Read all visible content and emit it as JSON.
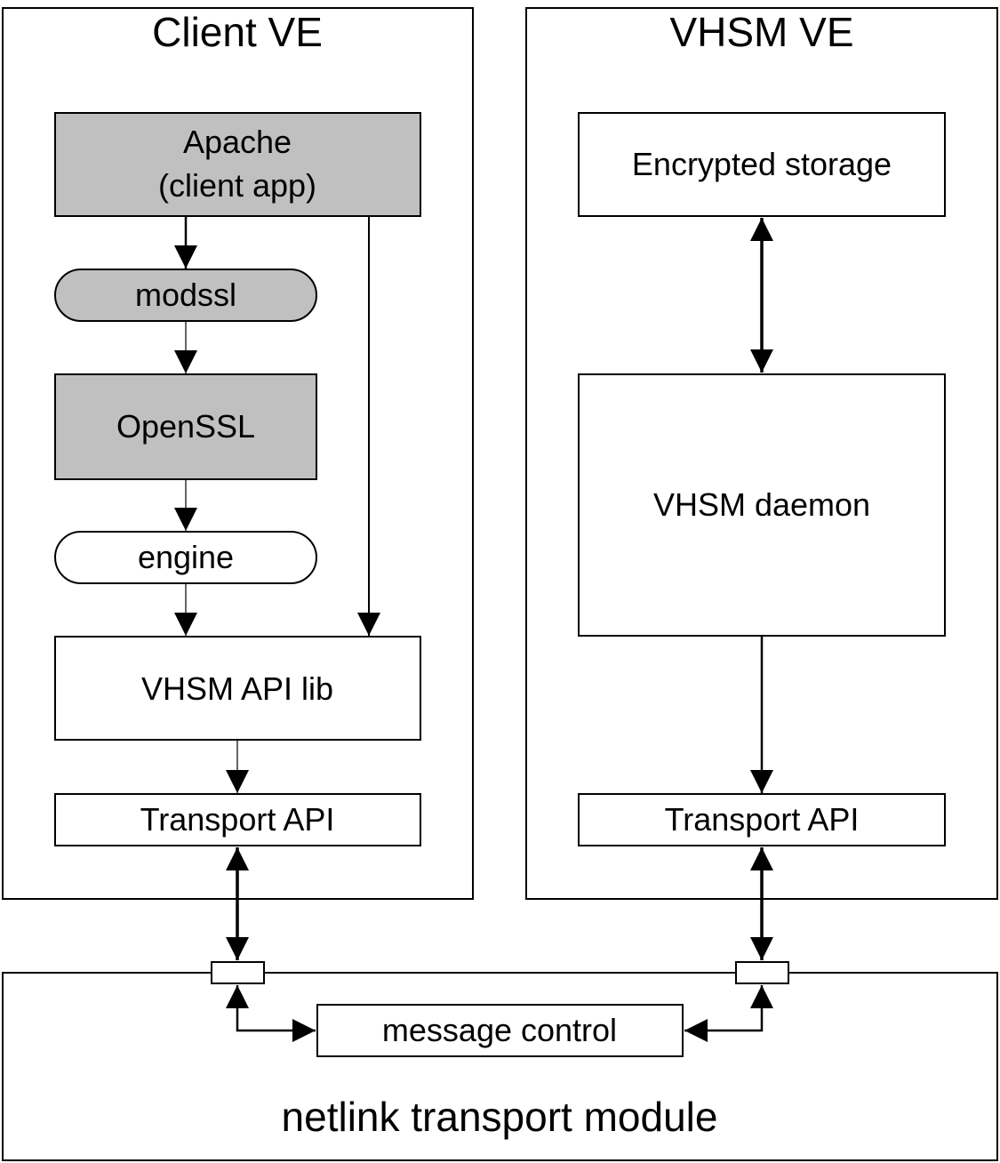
{
  "client_ve": {
    "title": "Client VE",
    "apache": [
      "Apache",
      "(client app)"
    ],
    "modssl": "modssl",
    "openssl": "OpenSSL",
    "engine": "engine",
    "vhsm_api_lib": "VHSM API lib",
    "transport_api": "Transport API"
  },
  "vhsm_ve": {
    "title": "VHSM VE",
    "encrypted_storage": "Encrypted storage",
    "vhsm_daemon": "VHSM daemon",
    "transport_api": "Transport API"
  },
  "netlink": {
    "title": "netlink transport module",
    "message_control": "message control"
  },
  "colors": {
    "shaded_fill": "#c0c0c0",
    "plain_fill": "#ffffff",
    "stroke": "#000000"
  }
}
